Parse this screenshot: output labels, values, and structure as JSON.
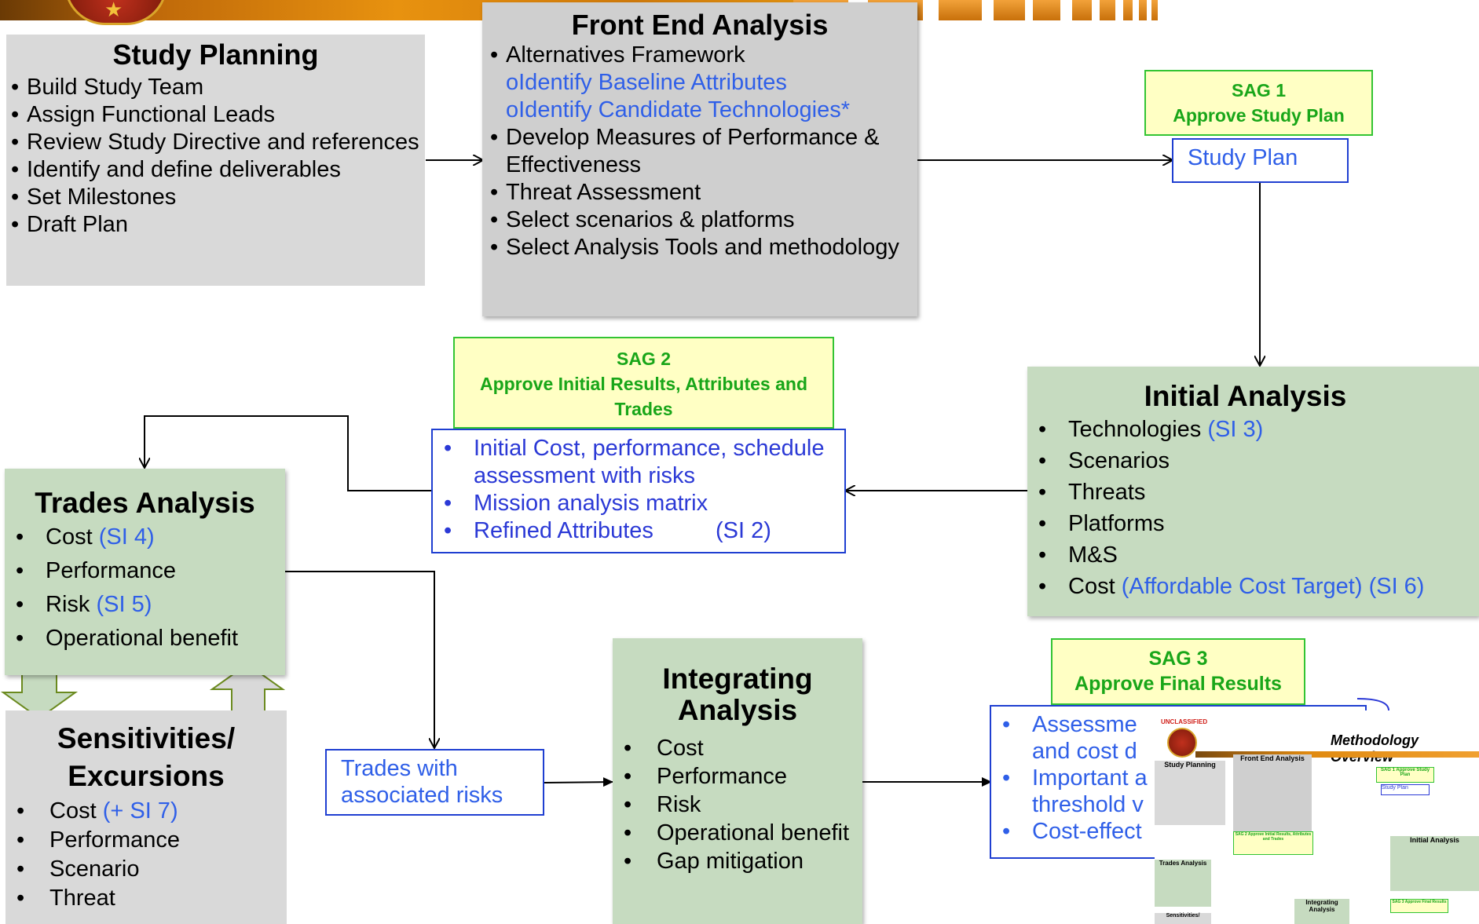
{
  "study_planning": {
    "title": "Study Planning",
    "items": [
      "Build Study Team",
      "Assign Functional Leads",
      "Review Study Directive and references",
      "Identify and define deliverables",
      "Set Milestones",
      "Draft Plan"
    ]
  },
  "front_end": {
    "title": "Front End Analysis",
    "item1": "Alternatives Framework",
    "sub1": "oIdentify Baseline Attributes",
    "sub2": "oIdentify Candidate Technologies*",
    "item2": "Develop Measures of Performance & Effectiveness",
    "item3": "Threat  Assessment",
    "item4": "Select scenarios & platforms",
    "item5": "Select Analysis Tools and methodology"
  },
  "sag1": {
    "line1": "SAG 1",
    "line2": "Approve Study Plan"
  },
  "study_plan": "Study Plan",
  "sag2": {
    "line1": "SAG 2",
    "line2": "Approve Initial Results,  Attributes and Trades"
  },
  "sag2_box": {
    "item1": "Initial Cost, performance, schedule assessment with risks",
    "item2": "Mission analysis matrix",
    "item3": "Refined Attributes",
    "si": "(SI 2)"
  },
  "initial_analysis": {
    "title": "Initial Analysis",
    "items": [
      {
        "text": "Technologies",
        "si": "(SI 3)"
      },
      {
        "text": "Scenarios",
        "si": ""
      },
      {
        "text": "Threats",
        "si": ""
      },
      {
        "text": "Platforms",
        "si": ""
      },
      {
        "text": "M&S",
        "si": ""
      },
      {
        "text": "Cost",
        "si": "(Affordable Cost Target) (SI 6)"
      }
    ]
  },
  "trades": {
    "title": "Trades Analysis",
    "items": [
      {
        "text": "Cost",
        "si": "(SI 4)"
      },
      {
        "text": "Performance",
        "si": ""
      },
      {
        "text": "Risk",
        "si": "(SI 5)"
      },
      {
        "text": "Operational benefit",
        "si": ""
      }
    ]
  },
  "sensitivities": {
    "title": "Sensitivities/ Excursions",
    "items": [
      {
        "text": "Cost",
        "si": "(+ SI 7)"
      },
      {
        "text": "Performance",
        "si": ""
      },
      {
        "text": "Scenario",
        "si": ""
      },
      {
        "text": "Threat",
        "si": ""
      }
    ]
  },
  "trades_risks": "Trades with associated risks",
  "integrating": {
    "title": "Integrating Analysis",
    "items": [
      "Cost",
      "Performance",
      "Risk",
      "Operational benefit",
      "Gap mitigation"
    ]
  },
  "sag3": {
    "line1": "SAG 3",
    "line2": "Approve Final Results"
  },
  "sag3_box": {
    "item1a": "Assessme",
    "item1b": "and cost d",
    "item2a": "Important a",
    "item2b": "threshold v",
    "item3": "Cost-effect"
  },
  "thumbnail": {
    "unclassified": "UNCLASSIFIED",
    "title": "Methodology Overview",
    "study_planning": "Study Planning",
    "front_end": "Front End Analysis",
    "sag1": "SAG 1 Approve Study Plan",
    "study_plan": "Study Plan",
    "sag2": "SAG 2 Approve Initial Results, Attributes and Trades",
    "initial_analysis": "Initial Analysis",
    "trades": "Trades Analysis",
    "integrating": "Integrating Analysis",
    "sensitivities": "Sensitivities/",
    "sag3": "SAG 3 Approve Final Results"
  },
  "colors": {
    "band": "#e08a10",
    "gray": "#d9d9d9",
    "green": "#c6dbc0",
    "sag_fill": "#ffffc4",
    "sag_text": "#19a619",
    "link_blue": "#2f5fe8"
  }
}
